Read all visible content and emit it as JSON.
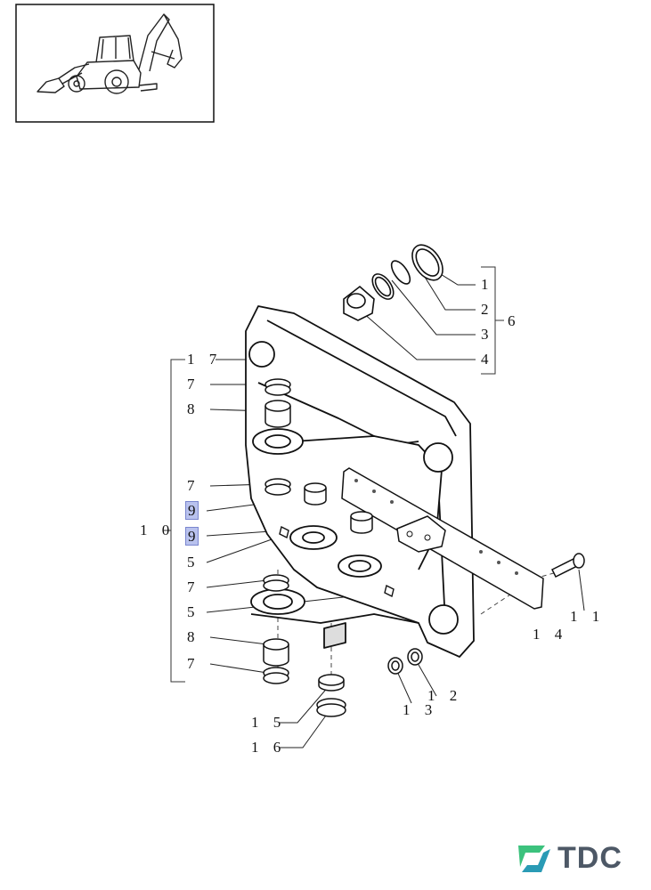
{
  "diagram": {
    "callouts": [
      {
        "id": "c1",
        "text": "1"
      },
      {
        "id": "c2",
        "text": "2"
      },
      {
        "id": "c3",
        "text": "3"
      },
      {
        "id": "c4",
        "text": "4"
      },
      {
        "id": "c6",
        "text": "6"
      },
      {
        "id": "c17",
        "text": "1 7"
      },
      {
        "id": "c7a",
        "text": "7"
      },
      {
        "id": "c8a",
        "text": "8"
      },
      {
        "id": "c7b",
        "text": "7"
      },
      {
        "id": "c9a",
        "text": "9"
      },
      {
        "id": "c10",
        "text": "1 0"
      },
      {
        "id": "c9b",
        "text": "9"
      },
      {
        "id": "c5a",
        "text": "5"
      },
      {
        "id": "c7c",
        "text": "7"
      },
      {
        "id": "c5b",
        "text": "5"
      },
      {
        "id": "c8b",
        "text": "8"
      },
      {
        "id": "c7d",
        "text": "7"
      },
      {
        "id": "c11",
        "text": "1 1"
      },
      {
        "id": "c14",
        "text": "1 4"
      },
      {
        "id": "c12",
        "text": "1 2"
      },
      {
        "id": "c13",
        "text": "1 3"
      },
      {
        "id": "c15",
        "text": "1 5"
      },
      {
        "id": "c16",
        "text": "1 6"
      }
    ]
  },
  "logo": {
    "text": "TDC",
    "colors": {
      "mark_green": "#3cc27d",
      "mark_teal": "#2a9bb5",
      "text": "#4d5866"
    }
  },
  "colors": {
    "line": "#111111",
    "highlight": "#b9c2ee"
  }
}
